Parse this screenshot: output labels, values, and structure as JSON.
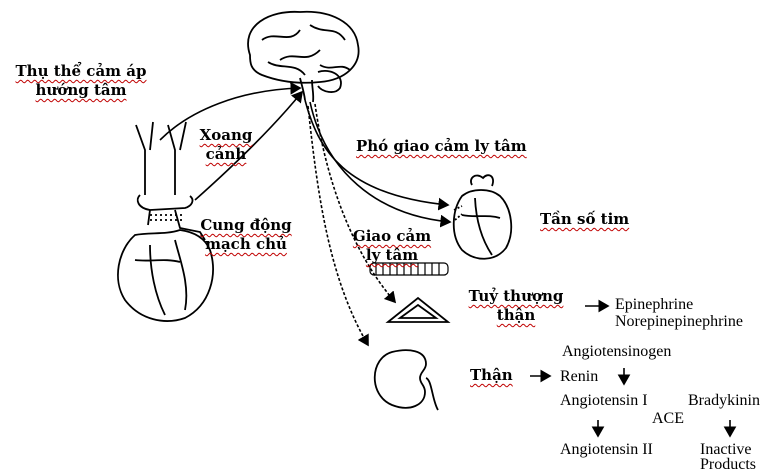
{
  "labels": {
    "receptor_line1": "Thụ thể cảm áp",
    "receptor_line2": "hướng tâm",
    "sinus_line1": "Xoang",
    "sinus_line2": "cảnh",
    "arch_line1": "Cung động",
    "arch_line2": "mạch chủ",
    "parasym": "Phó giao cảm ly tâm",
    "heart_rate": "Tần số tim",
    "sym_line1": "Giao cảm",
    "sym_line2": "ly tâm",
    "adrenal_line1": "Tuỷ thượng",
    "adrenal_line2": "thận",
    "kidney": "Thận"
  },
  "chemicals": {
    "epinephrine": "Epinephrine",
    "norepinephrine": "Norepinepinephrine",
    "angiotensinogen": "Angiotensinogen",
    "renin": "Renin",
    "angiotensin1": "Angiotensin I",
    "bradykinin": "Bradykinin",
    "ace": "ACE",
    "angiotensin2": "Angiotensin II",
    "inactive1": "Inactive",
    "inactive2": "Products"
  }
}
